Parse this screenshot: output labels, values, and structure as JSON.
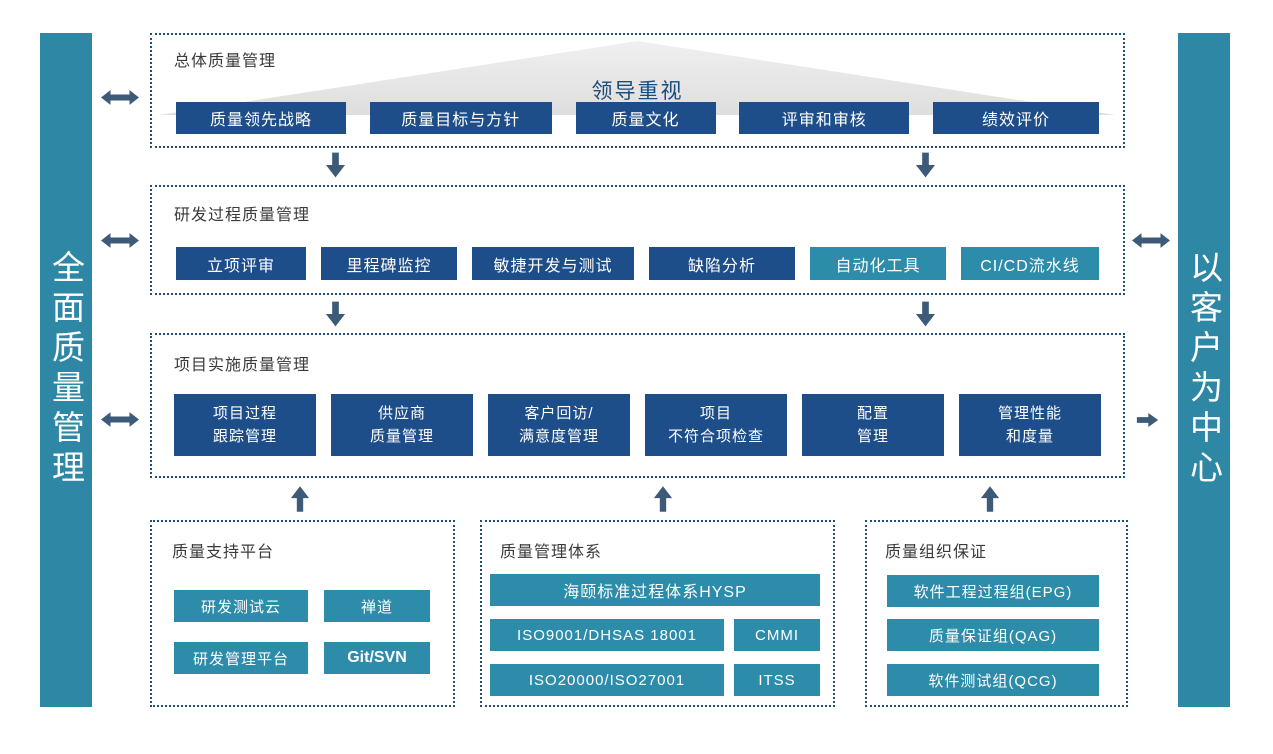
{
  "colors": {
    "navy": "#1d4e89",
    "teal": "#2e8cab",
    "side_bar": "#2e87a5",
    "arrow": "#3d5a78",
    "dotted_border": "#1f4e79",
    "banner_text": "#1c4c7c",
    "triangle_fill": "#e5e5e5"
  },
  "left_bar": {
    "label": "全面质量管理"
  },
  "right_bar": {
    "label": "以客户为中心"
  },
  "overall": {
    "title": "总体质量管理",
    "banner": "领导重视",
    "items": [
      "质量领先战略",
      "质量目标与方针",
      "质量文化",
      "评审和审核",
      "绩效评价"
    ]
  },
  "rnd": {
    "title": "研发过程质量管理",
    "items": [
      "立项评审",
      "里程碑监控",
      "敏捷开发与测试",
      "缺陷分析",
      "自动化工具",
      "CI/CD流水线"
    ]
  },
  "project": {
    "title": "项目实施质量管理",
    "items": [
      {
        "line1": "项目过程",
        "line2": "跟踪管理"
      },
      {
        "line1": "供应商",
        "line2": "质量管理"
      },
      {
        "line1": "客户回访/",
        "line2": "满意度管理"
      },
      {
        "line1": "项目",
        "line2": "不符合项检查"
      },
      {
        "line1": "配置",
        "line2": "管理"
      },
      {
        "line1": "管理性能",
        "line2": "和度量"
      }
    ]
  },
  "platform": {
    "title": "质量支持平台",
    "items": [
      "研发测试云",
      "禅道",
      "研发管理平台",
      "Git/SVN"
    ]
  },
  "system": {
    "title": "质量管理体系",
    "hero": "海颐标准过程体系HYSP",
    "items": [
      "ISO9001/DHSAS 18001",
      "CMMI",
      "ISO20000/ISO27001",
      "ITSS"
    ]
  },
  "org": {
    "title": "质量组织保证",
    "items": [
      "软件工程过程组(EPG)",
      "质量保证组(QAG)",
      "软件测试组(QCG)"
    ]
  }
}
